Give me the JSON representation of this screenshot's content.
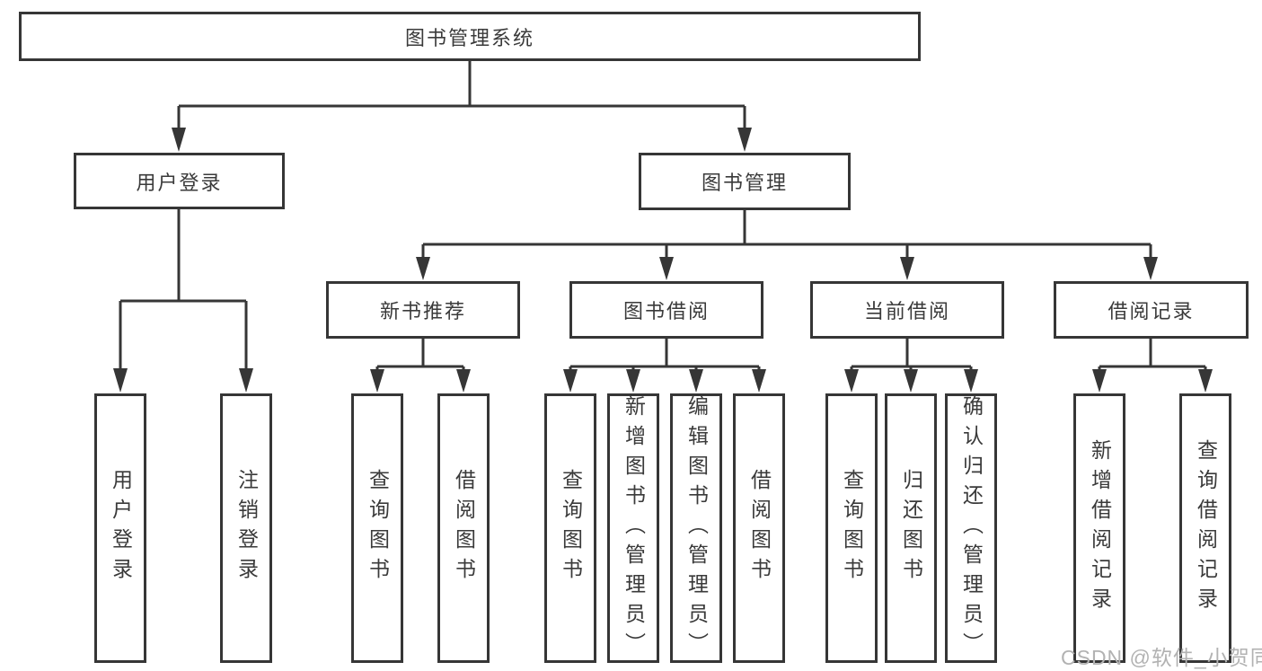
{
  "tree": {
    "label": "图书管理系统",
    "children": [
      {
        "label": "用户登录",
        "children": [
          {
            "label": "用户登录"
          },
          {
            "label": "注销登录"
          }
        ]
      },
      {
        "label": "图书管理",
        "children": [
          {
            "label": "新书推荐",
            "children": [
              {
                "label": "查询图书"
              },
              {
                "label": "借阅图书"
              }
            ]
          },
          {
            "label": "图书借阅",
            "children": [
              {
                "label": "查询图书"
              },
              {
                "label": "新增图书（管理员）"
              },
              {
                "label": "编辑图书（管理员）"
              },
              {
                "label": "借阅图书"
              }
            ]
          },
          {
            "label": "当前借阅",
            "children": [
              {
                "label": "查询图书"
              },
              {
                "label": "归还图书"
              },
              {
                "label": "确认归还（管理员）"
              }
            ]
          },
          {
            "label": "借阅记录",
            "children": [
              {
                "label": "新增借阅记录"
              },
              {
                "label": "查询借阅记录"
              }
            ]
          }
        ]
      }
    ]
  },
  "watermark": "CSDN @软件_小贺同学",
  "colors": {
    "line": "#363636",
    "text": "#3a3a3a",
    "watermark": "#b2b2b2",
    "background": "#ffffff"
  }
}
